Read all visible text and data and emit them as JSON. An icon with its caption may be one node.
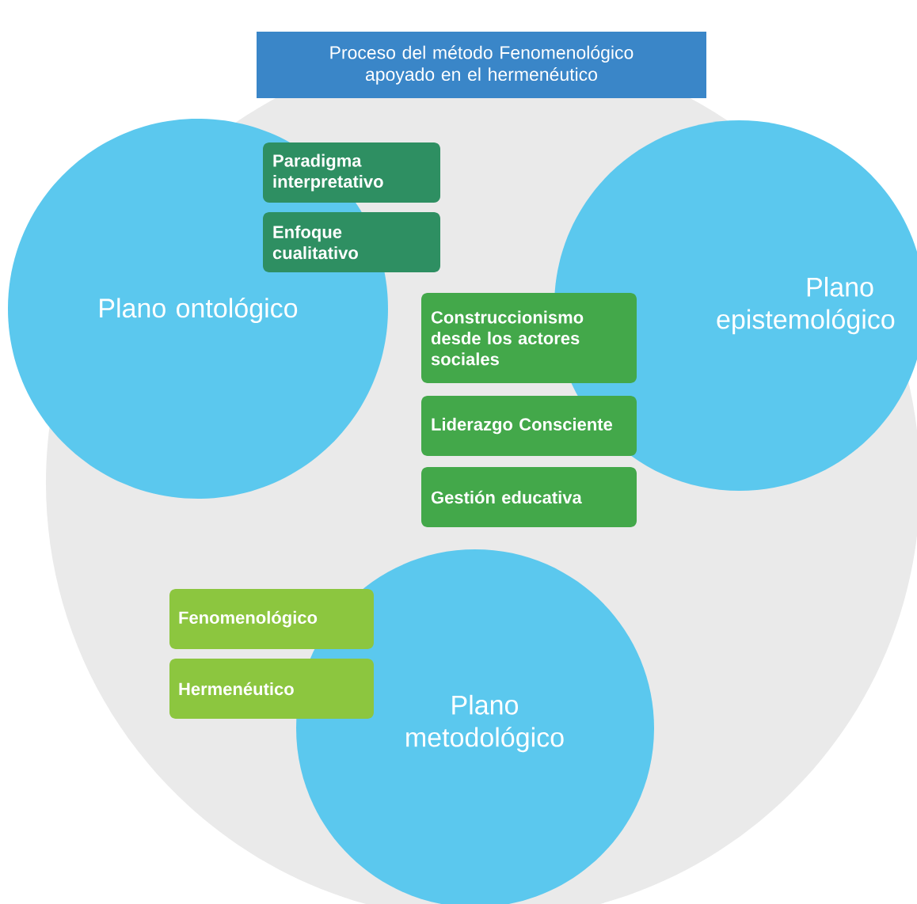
{
  "diagram": {
    "nodes": [
      {
        "text": [
          "Proceso del método Fenomenológico apoyado en el hermenéutico"
        ]
      },
      {
        "text": [
          "Plano ontológico"
        ]
      },
      {
        "text": [
          "Paradigma interpretativo"
        ]
      },
      {
        "text": [
          "Enfoque cualitativo"
        ]
      },
      {
        "text": [
          "Plano epistemológico"
        ]
      },
      {
        "text": [
          "Construccionismo desde los actores sociales"
        ]
      },
      {
        "text": [
          "Liderazgo Consciente"
        ]
      },
      {
        "text": [
          "Gestión educativa"
        ]
      },
      {
        "text": [
          "Fenomenológico"
        ]
      },
      {
        "text": [
          "Hermenéutico"
        ]
      },
      {
        "text": [
          "Plano metodológico"
        ]
      }
    ]
  }
}
